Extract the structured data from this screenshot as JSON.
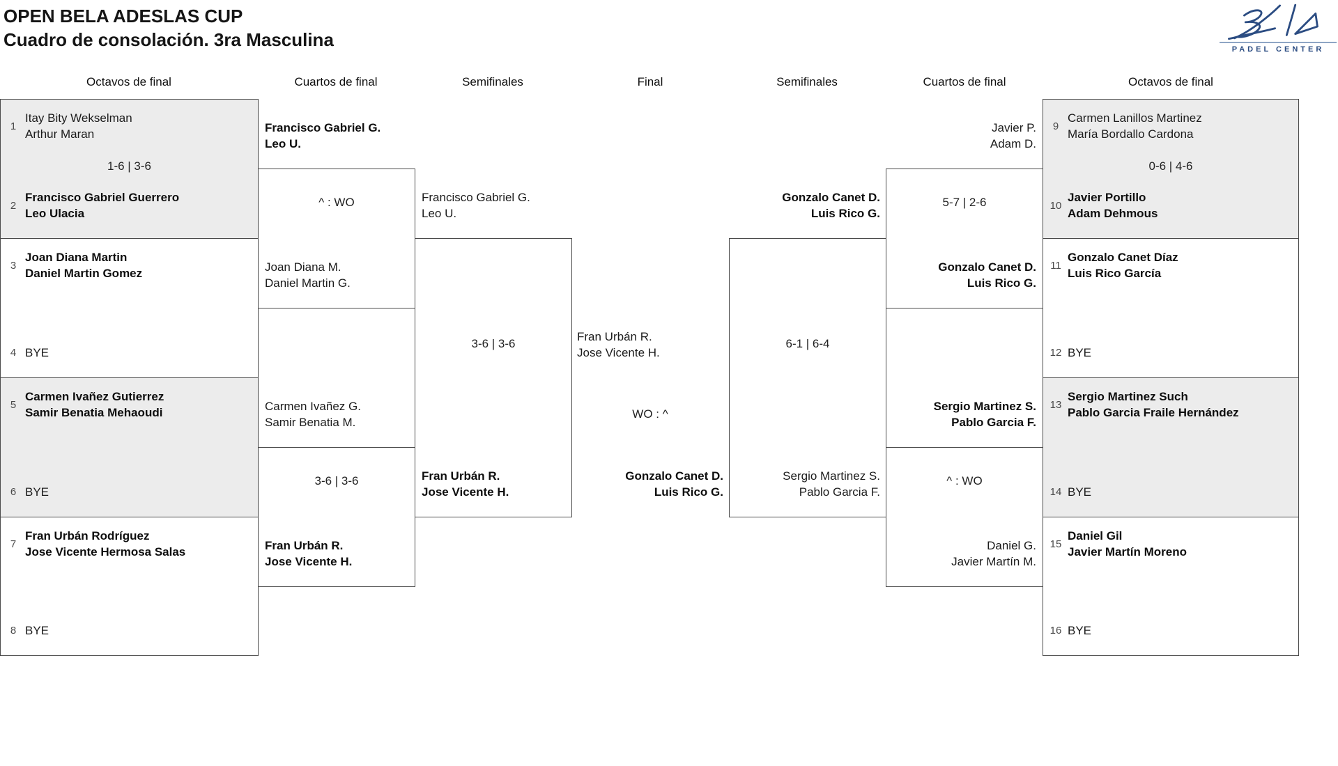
{
  "header": {
    "title": "OPEN BELA ADESLAS CUP",
    "subtitle": "Cuadro de consolación. 3ra Masculina",
    "logo_brand": "Bela",
    "logo_tagline": "PADEL CENTER"
  },
  "colors": {
    "logo_navy": "#2b4c82",
    "box_gray": "#ececec",
    "border_gray": "#4a4a4a"
  },
  "rounds": [
    {
      "label": "Octavos de final"
    },
    {
      "label": "Cuartos de final"
    },
    {
      "label": "Semifinales"
    },
    {
      "label": "Final"
    },
    {
      "label": "Semifinales"
    },
    {
      "label": "Cuartos de final"
    },
    {
      "label": "Octavos de final"
    }
  ],
  "octavos": [
    {
      "top": {
        "seed": "1",
        "line1": "Itay Bity Wekselman",
        "line2": "Arthur Maran",
        "winner": false
      },
      "score": "1-6 | 3-6",
      "bottom": {
        "seed": "2",
        "line1": "Francisco Gabriel Guerrero",
        "line2": "Leo Ulacia",
        "winner": true
      }
    },
    {
      "top": {
        "seed": "3",
        "line1": "Joan Diana Martin",
        "line2": "Daniel Martin Gomez",
        "winner": true
      },
      "score": "",
      "bottom": {
        "seed": "4",
        "line1": "BYE",
        "line2": "",
        "winner": false
      }
    },
    {
      "top": {
        "seed": "5",
        "line1": "Carmen Ivañez Gutierrez",
        "line2": "Samir Benatia Mehaoudi",
        "winner": true
      },
      "score": "",
      "bottom": {
        "seed": "6",
        "line1": "BYE",
        "line2": "",
        "winner": false
      }
    },
    {
      "top": {
        "seed": "7",
        "line1": "Fran Urbán Rodríguez",
        "line2": "Jose Vicente Hermosa Salas",
        "winner": true
      },
      "score": "",
      "bottom": {
        "seed": "8",
        "line1": "BYE",
        "line2": "",
        "winner": false
      }
    },
    {
      "top": {
        "seed": "9",
        "line1": "Carmen Lanillos Martinez",
        "line2": "María Bordallo Cardona",
        "winner": false
      },
      "score": "0-6 | 4-6",
      "bottom": {
        "seed": "10",
        "line1": "Javier Portillo",
        "line2": "Adam Dehmous",
        "winner": true
      }
    },
    {
      "top": {
        "seed": "11",
        "line1": "Gonzalo Canet Díaz",
        "line2": "Luis Rico García",
        "winner": true
      },
      "score": "",
      "bottom": {
        "seed": "12",
        "line1": "BYE",
        "line2": "",
        "winner": false
      }
    },
    {
      "top": {
        "seed": "13",
        "line1": "Sergio Martinez Such",
        "line2": "Pablo Garcia Fraile Hernández",
        "winner": true
      },
      "score": "",
      "bottom": {
        "seed": "14",
        "line1": "BYE",
        "line2": "",
        "winner": false
      }
    },
    {
      "top": {
        "seed": "15",
        "line1": "Daniel Gil",
        "line2": "Javier Martín Moreno",
        "winner": true
      },
      "score": "",
      "bottom": {
        "seed": "16",
        "line1": "BYE",
        "line2": "",
        "winner": false
      }
    }
  ],
  "quarterfinals": [
    {
      "top": {
        "line1": "Francisco Gabriel G.",
        "line2": "Leo U.",
        "winner": true
      },
      "score": "^ : WO",
      "bottom": {
        "line1": "Joan Diana M.",
        "line2": "Daniel Martin G.",
        "winner": false
      }
    },
    {
      "top": {
        "line1": "Carmen Ivañez G.",
        "line2": "Samir Benatia M.",
        "winner": false
      },
      "score": "3-6 | 3-6",
      "bottom": {
        "line1": "Fran Urbán R.",
        "line2": "Jose Vicente H.",
        "winner": true
      }
    },
    {
      "top": {
        "line1": "Javier P.",
        "line2": "Adam D.",
        "winner": false
      },
      "score": "5-7 | 2-6",
      "bottom": {
        "line1": "Gonzalo Canet D.",
        "line2": "Luis Rico G.",
        "winner": true
      }
    },
    {
      "top": {
        "line1": "Sergio Martinez S.",
        "line2": "Pablo Garcia F.",
        "winner": true
      },
      "score": "^ : WO",
      "bottom": {
        "line1": "Daniel G.",
        "line2": "Javier Martín M.",
        "winner": false
      }
    }
  ],
  "semifinals": [
    {
      "top": {
        "line1": "Francisco Gabriel G.",
        "line2": "Leo U.",
        "winner": false
      },
      "score": "3-6 | 3-6",
      "bottom": {
        "line1": "Fran Urbán R.",
        "line2": "Jose Vicente H.",
        "winner": true
      }
    },
    {
      "top": {
        "line1": "Gonzalo Canet D.",
        "line2": "Luis Rico G.",
        "winner": true
      },
      "score": "6-1 | 6-4",
      "bottom": {
        "line1": "Sergio Martinez S.",
        "line2": "Pablo Garcia F.",
        "winner": false
      }
    }
  ],
  "final": {
    "top": {
      "line1": "Fran Urbán R.",
      "line2": "Jose Vicente H.",
      "winner": false
    },
    "score": "WO : ^",
    "bottom": {
      "line1": "Gonzalo Canet D.",
      "line2": "Luis Rico G.",
      "winner": true
    }
  }
}
